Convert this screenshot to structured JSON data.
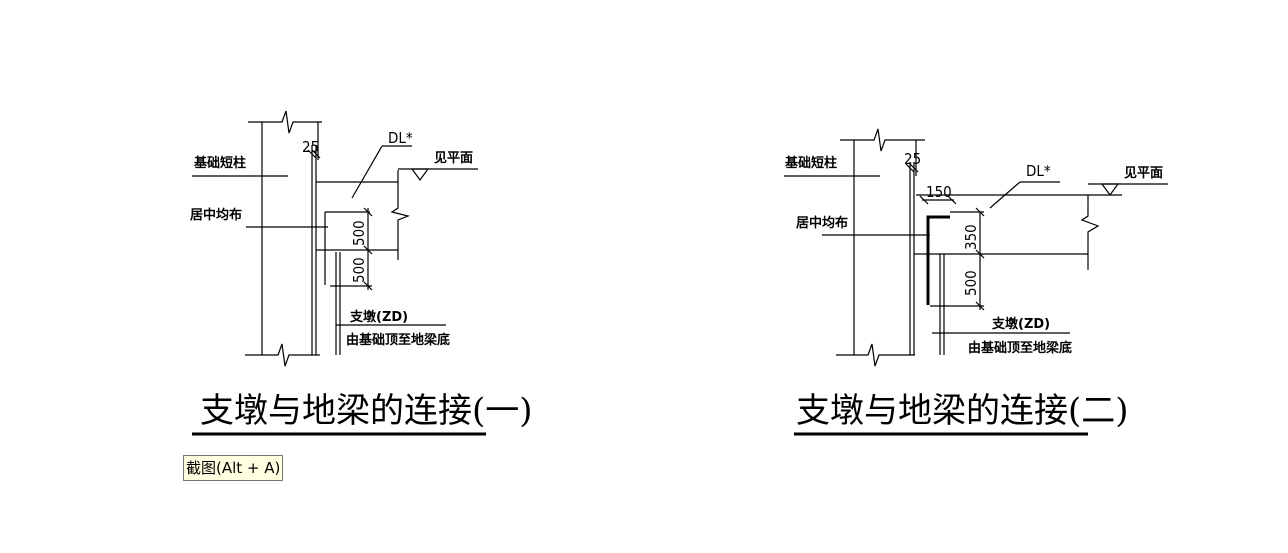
{
  "left_detail": {
    "title": "支墩与地梁的连接(一)",
    "label_short_column": "基础短柱",
    "label_center_even": "居中均布",
    "label_beam": "DL*",
    "label_see_plan": "见平面",
    "dim_top": "25",
    "dim_upper": "500",
    "dim_lower": "500",
    "label_pier": "支墩(ZD)",
    "label_range": "由基础顶至地梁底"
  },
  "right_detail": {
    "title": "支墩与地梁的连接(二)",
    "label_short_column": "基础短柱",
    "label_center_even": "居中均布",
    "label_beam": "DL*",
    "label_see_plan": "见平面",
    "dim_top": "25",
    "dim_hook": "150",
    "dim_upper": "350",
    "dim_lower": "500",
    "label_pier": "支墩(ZD)",
    "label_range": "由基础顶至地梁底"
  },
  "tooltip": {
    "text": "截图(Alt + A)"
  }
}
